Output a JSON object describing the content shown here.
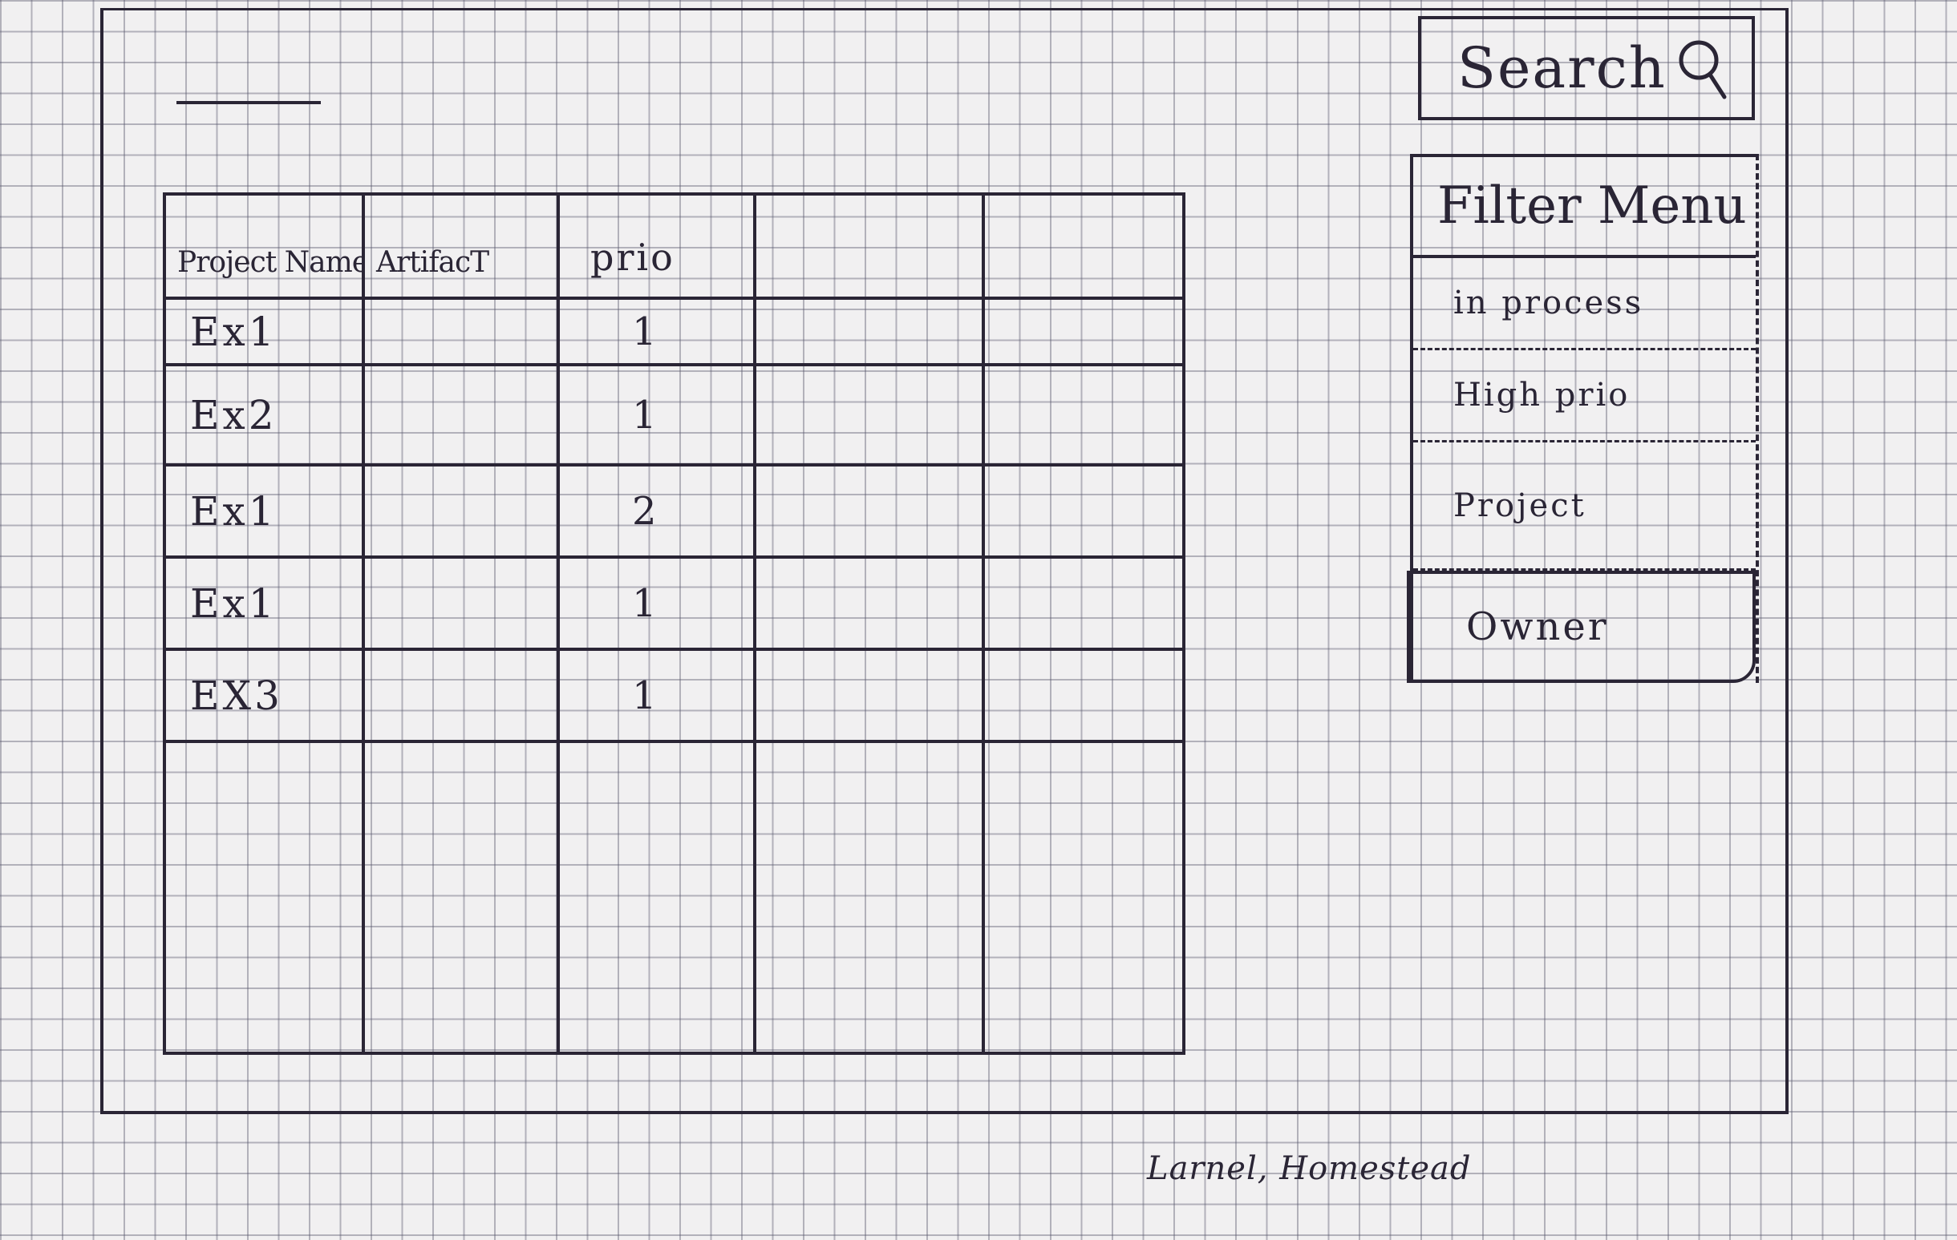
{
  "search": {
    "label": "Search",
    "icon": "search-icon"
  },
  "filter_menu": {
    "title": "Filter Menu",
    "items": [
      {
        "label": "in process"
      },
      {
        "label": "High prio"
      },
      {
        "label": "Project"
      },
      {
        "label": "Owner"
      }
    ]
  },
  "table": {
    "columns": [
      "Project Name",
      "ArtifacT",
      "prio",
      "",
      ""
    ],
    "rows": [
      {
        "name": "Ex1",
        "prio": "1"
      },
      {
        "name": "Ex2",
        "prio": "1"
      },
      {
        "name": "Ex1",
        "prio": "2"
      },
      {
        "name": "Ex1",
        "prio": "1"
      },
      {
        "name": "EX3",
        "prio": "1"
      }
    ]
  },
  "footer": {
    "signature": "Larnel, Homestead"
  },
  "colors": {
    "ink": "#2a2535",
    "paper": "#f1f0f1",
    "grid": "#7a7a8a"
  }
}
